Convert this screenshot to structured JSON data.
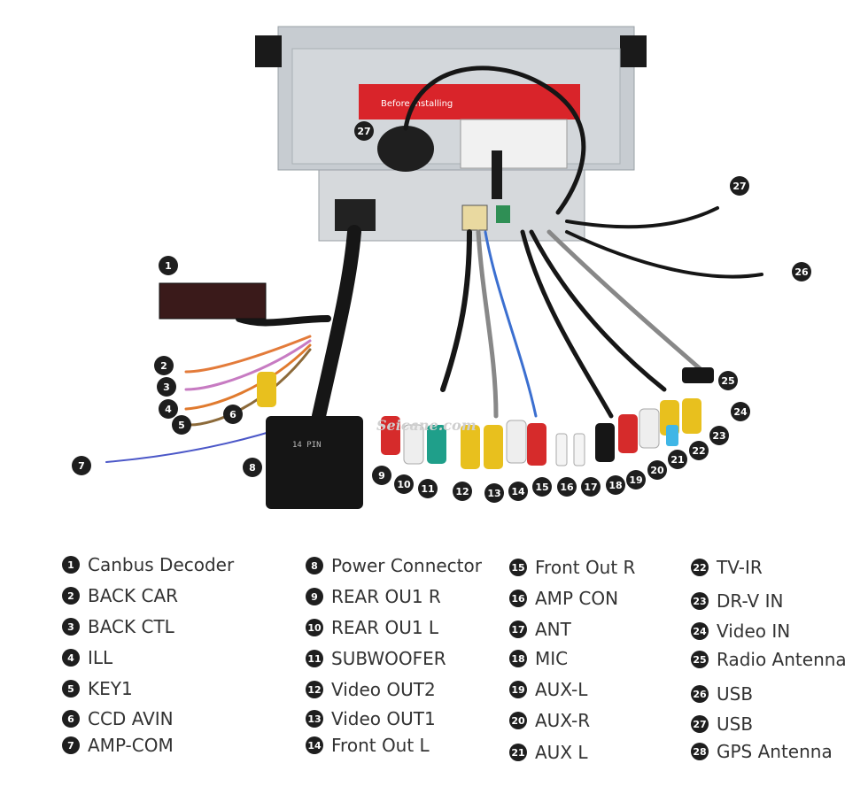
{
  "diagram": {
    "watermark": "Seicane.com",
    "sticker_text": "Before installing",
    "connector_tag": "14 PIN",
    "callouts": [
      "1",
      "2",
      "3",
      "4",
      "5",
      "6",
      "7",
      "8",
      "9",
      "10",
      "11",
      "12",
      "13",
      "14",
      "15",
      "16",
      "17",
      "18",
      "19",
      "20",
      "21",
      "22",
      "23",
      "24",
      "25",
      "26",
      "27",
      "27"
    ]
  },
  "legend": {
    "columns": [
      [
        {
          "num": "1",
          "label": "Canbus Decoder"
        },
        {
          "num": "2",
          "label": "BACK CAR"
        },
        {
          "num": "3",
          "label": "BACK CTL"
        },
        {
          "num": "4",
          "label": "ILL"
        },
        {
          "num": "5",
          "label": "KEY1"
        },
        {
          "num": "6",
          "label": "CCD AVIN"
        },
        {
          "num": "7",
          "label": "AMP-COM"
        }
      ],
      [
        {
          "num": "8",
          "label": "Power Connector"
        },
        {
          "num": "9",
          "label": "REAR OU1 R"
        },
        {
          "num": "10",
          "label": "REAR OU1 L"
        },
        {
          "num": "11",
          "label": "SUBWOOFER"
        },
        {
          "num": "12",
          "label": "Video OUT2"
        },
        {
          "num": "13",
          "label": "Video OUT1"
        },
        {
          "num": "14",
          "label": "Front Out L"
        }
      ],
      [
        {
          "num": "15",
          "label": "Front Out R"
        },
        {
          "num": "16",
          "label": "AMP CON"
        },
        {
          "num": "17",
          "label": "ANT"
        },
        {
          "num": "18",
          "label": "MIC"
        },
        {
          "num": "19",
          "label": "AUX-L"
        },
        {
          "num": "20",
          "label": "AUX-R"
        },
        {
          "num": "21",
          "label": "AUX L"
        }
      ],
      [
        {
          "num": "22",
          "label": "TV-IR"
        },
        {
          "num": "23",
          "label": "DR-V IN"
        },
        {
          "num": "24",
          "label": "Video IN"
        },
        {
          "num": "25",
          "label": "Radio Antenna"
        },
        {
          "num": "26",
          "label": "USB"
        },
        {
          "num": "27",
          "label": "USB"
        },
        {
          "num": "28",
          "label": "GPS Antenna"
        }
      ]
    ]
  },
  "colors": {
    "unit_metal": "#c7ccd1",
    "harness_black": "#161616",
    "rca_red": "#d62b2b",
    "rca_white": "#eeeeee",
    "rca_yellow": "#e8c01e",
    "rca_green": "#1f9f8a",
    "sticker_red": "#d9242a"
  }
}
